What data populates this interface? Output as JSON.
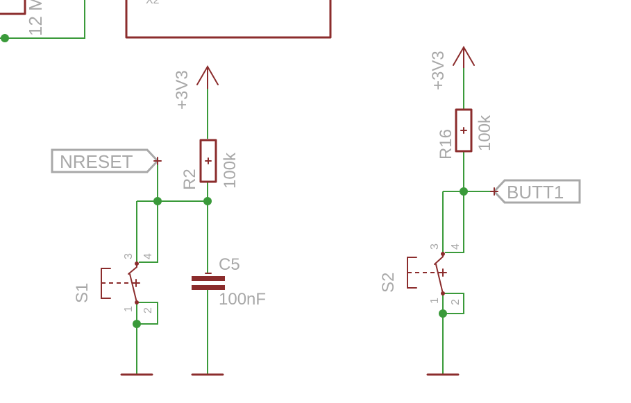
{
  "colors": {
    "symbol": "#8b2c2c",
    "wire": "#3a9a3a",
    "text": "#a8a8a8",
    "background": "#ffffff"
  },
  "partial": {
    "top_left_value": "12 M",
    "x2_label": "X2"
  },
  "power": {
    "left_supply": "+3V3",
    "right_supply": "+3V3"
  },
  "net_labels": {
    "reset": "NRESET",
    "button": "BUTT1"
  },
  "components": {
    "r2": {
      "name": "R2",
      "value": "100k"
    },
    "r16": {
      "name": "R16",
      "value": "100k"
    },
    "c5": {
      "name": "C5",
      "value": "100nF"
    },
    "s1": {
      "name": "S1",
      "pins": [
        "1",
        "2",
        "3",
        "4"
      ]
    },
    "s2": {
      "name": "S2",
      "pins": [
        "1",
        "2",
        "3",
        "4"
      ]
    }
  }
}
